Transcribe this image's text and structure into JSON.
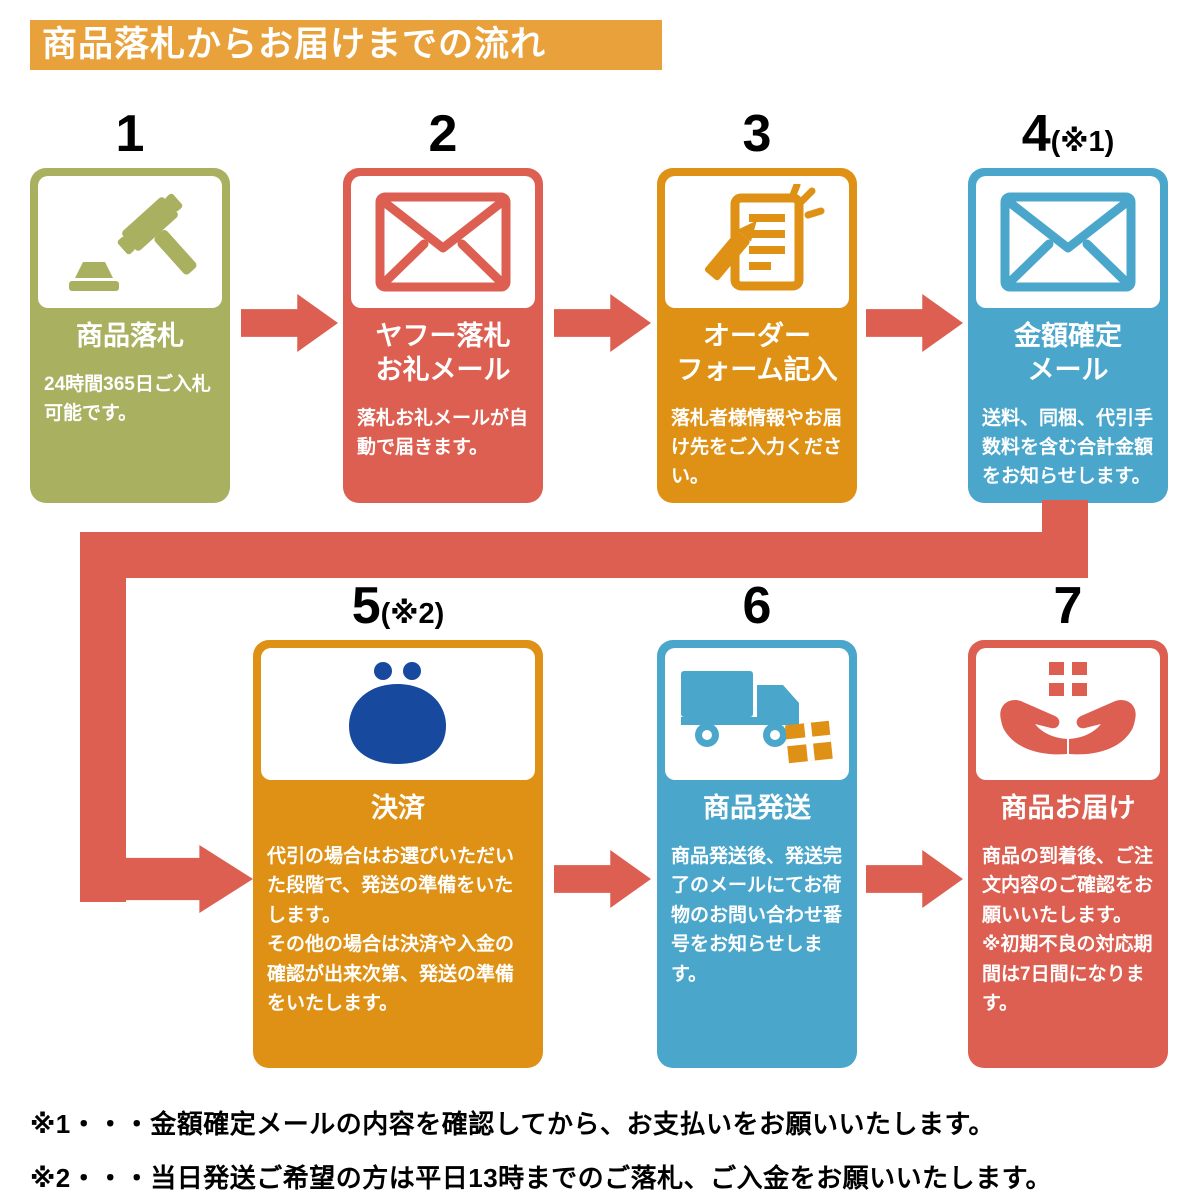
{
  "header": {
    "title": "商品落札からお届けまでの流れ"
  },
  "steps": [
    {
      "number": "1",
      "note": "",
      "title": "商品落札",
      "description": "24時間365日ご入札可能です。",
      "icon": "gavel-icon",
      "color": "#A9B05F"
    },
    {
      "number": "2",
      "note": "",
      "title": "ヤフー落札\nお礼メール",
      "description": "落札お礼メールが自動で届きます。",
      "icon": "mail-icon",
      "color": "#DC5F51"
    },
    {
      "number": "3",
      "note": "",
      "title": "オーダー\nフォーム記入",
      "description": "落札者様情報やお届け先をご入力ください。",
      "icon": "order-form-icon",
      "color": "#DE9114"
    },
    {
      "number": "4",
      "note": "(※1)",
      "title": "金額確定\nメール",
      "description": "送料、同梱、代引手数料を含む合計金額をお知らせします。",
      "icon": "mail-icon",
      "color": "#4BA6CB"
    },
    {
      "number": "5",
      "note": "(※2)",
      "title": "決済",
      "description": "代引の場合はお選びいただいた段階で、発送の準備をいたします。\nその他の場合は決済や入金の確認が出来次第、発送の準備をいたします。",
      "icon": "coin-purse-icon",
      "color": "#DE9114"
    },
    {
      "number": "6",
      "note": "",
      "title": "商品発送",
      "description": "商品発送後、発送完了のメールにてお荷物のお問い合わせ番号をお知らせします。",
      "icon": "truck-icon",
      "color": "#4BA6CB"
    },
    {
      "number": "7",
      "note": "",
      "title": "商品お届け",
      "description": "商品の到着後、ご注文内容のご確認をお願いいたします。\n※初期不良の対応期間は7日間になります。",
      "icon": "delivery-hands-icon",
      "color": "#DC5F51"
    }
  ],
  "footnotes": [
    "※1・・・金額確定メールの内容を確認してから、お支払いをお願いいたします。",
    "※2・・・当日発送ご希望の方は平日13時までのご落札、ご入金をお願いいたします。"
  ],
  "colors": {
    "banner": "#E9A23B",
    "arrow": "#DC5F51",
    "olive": "#A9B05F",
    "red": "#DC5F51",
    "orange": "#DE9114",
    "blue": "#4BA6CB",
    "purse_navy": "#17499E",
    "box_orange": "#DE9114"
  }
}
